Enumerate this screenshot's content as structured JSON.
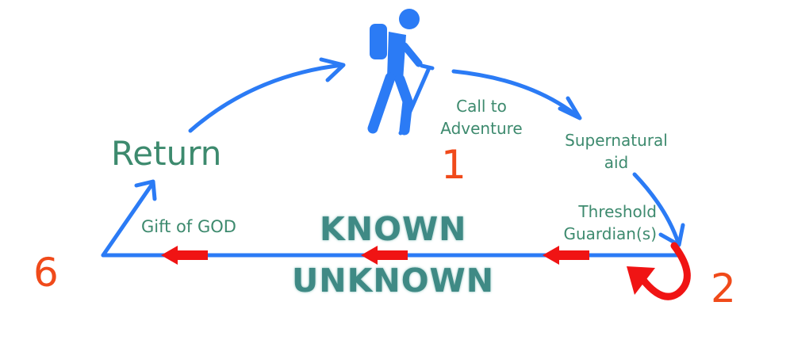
{
  "labels": {
    "call_to_adventure_1": "Call to",
    "call_to_adventure_2": "Adventure",
    "supernatural_1": "Supernatural",
    "supernatural_2": "aid",
    "threshold_1": "Threshold",
    "threshold_2": "Guardian(s)",
    "gift": "Gift of GOD",
    "return": "Return",
    "known": "KNOWN",
    "unknown": "UNKNOWN"
  },
  "numbers": {
    "n1": "1",
    "n2": "2",
    "n6": "6"
  },
  "colors": {
    "path_blue": "#2b7bf5",
    "arrow_red": "#f01414",
    "label_green": "#3d8a6e",
    "number_orange": "#f04a1a"
  },
  "icons": {
    "hiker": "hiker-icon"
  }
}
